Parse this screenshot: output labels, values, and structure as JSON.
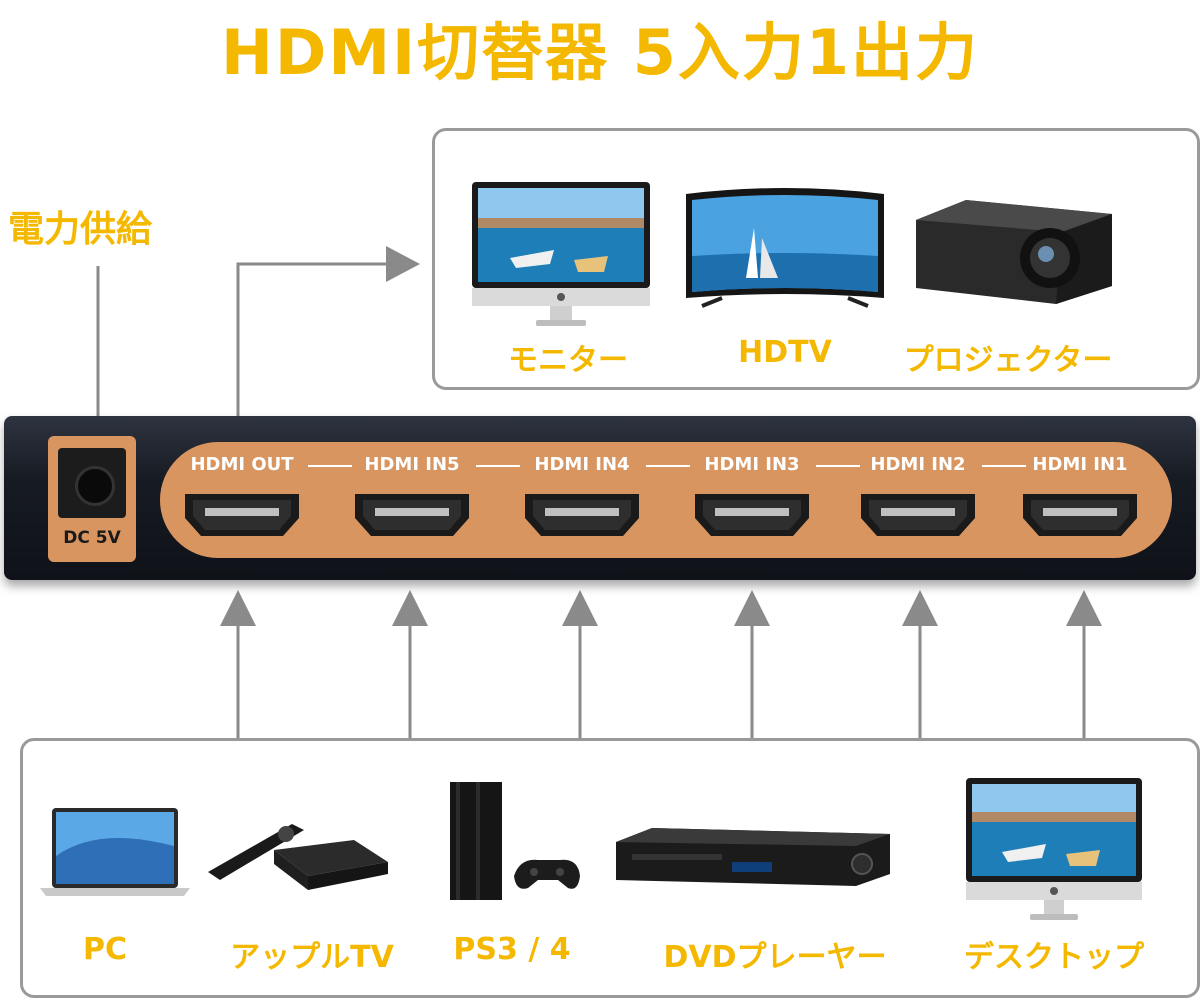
{
  "title": "HDMI切替器 5入力1出力",
  "power_label": "電力供給",
  "switch": {
    "dc_label": "DC 5V",
    "ports": [
      "HDMI OUT",
      "HDMI IN5",
      "HDMI IN4",
      "HDMI IN3",
      "HDMI IN2",
      "HDMI IN1"
    ]
  },
  "outputs": [
    "モニター",
    "HDTV",
    "プロジェクター"
  ],
  "inputs": [
    "PC",
    "アップルTV",
    "PS3 / 4",
    "DVDプレーヤー",
    "デスクトップ"
  ],
  "colors": {
    "accent": "#f5b800",
    "panel": "#d9955f",
    "arrow": "#8a8a8a",
    "border": "#9a9a9a"
  }
}
